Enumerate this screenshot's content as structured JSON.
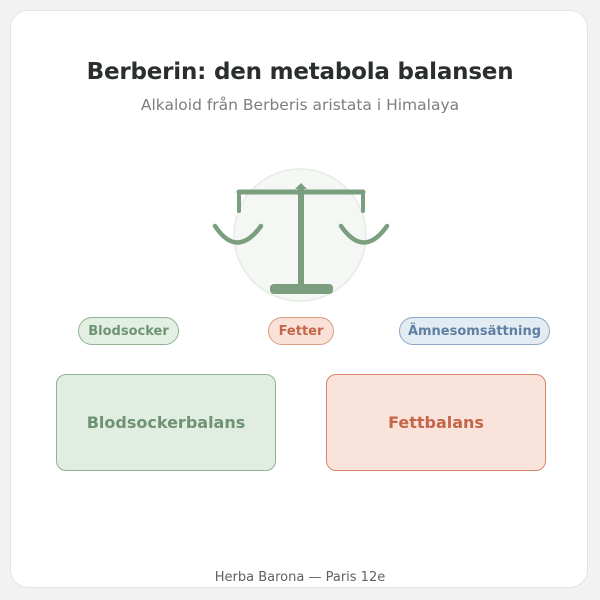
{
  "header": {
    "title": "Berberin: den metabola balansen",
    "subtitle": "Alkaloid från Berberis aristata i Himalaya"
  },
  "icon": {
    "name": "balance-scale-icon",
    "color": "#7a9e7e",
    "circle_fill": "#f4f7f3"
  },
  "pills": [
    {
      "label": "Blodsocker",
      "text_color": "#6e9373",
      "bg": "#e4efe3",
      "border": "#8fb392"
    },
    {
      "label": "Fetter",
      "text_color": "#c4664a",
      "bg": "#f9e1d8",
      "border": "#dc9a83"
    },
    {
      "label": "Ämnesomsättning",
      "text_color": "#5f7fa3",
      "bg": "#e3ebf3",
      "border": "#8da7c4"
    }
  ],
  "boxes": [
    {
      "label": "Blodsockerbalans",
      "text_color": "#6e9373",
      "bg": "#e2ede1",
      "border": "#8fb392"
    },
    {
      "label": "Fettbalans",
      "text_color": "#c4664a",
      "bg": "#f9e3da",
      "border": "#d9876c"
    }
  ],
  "footer": {
    "text": "Herba Barona — Paris 12e"
  }
}
